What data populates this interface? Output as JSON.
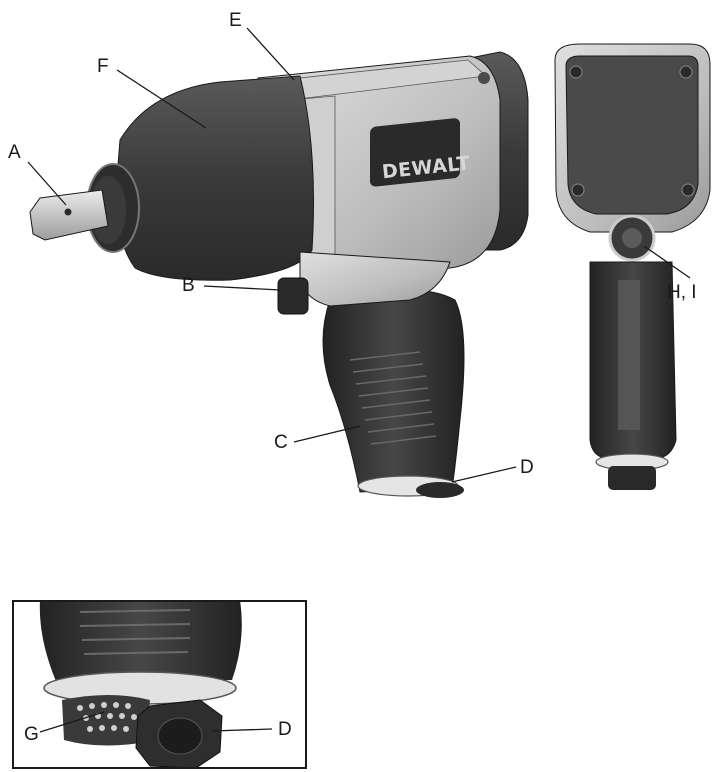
{
  "labels": {
    "A": "A",
    "B": "B",
    "C": "C",
    "D": "D",
    "E": "E",
    "F": "F",
    "G": "G",
    "D_inset": "D",
    "HI": "H, I"
  },
  "brand": {
    "text": "DEWALT"
  },
  "colors": {
    "housing_dark": "#3a3a3a",
    "housing_mid": "#5a5a5a",
    "silver": "#bdbdbd",
    "silver_light": "#d9d9d9",
    "grip": "#333333",
    "ink": "#1a1a1a"
  }
}
